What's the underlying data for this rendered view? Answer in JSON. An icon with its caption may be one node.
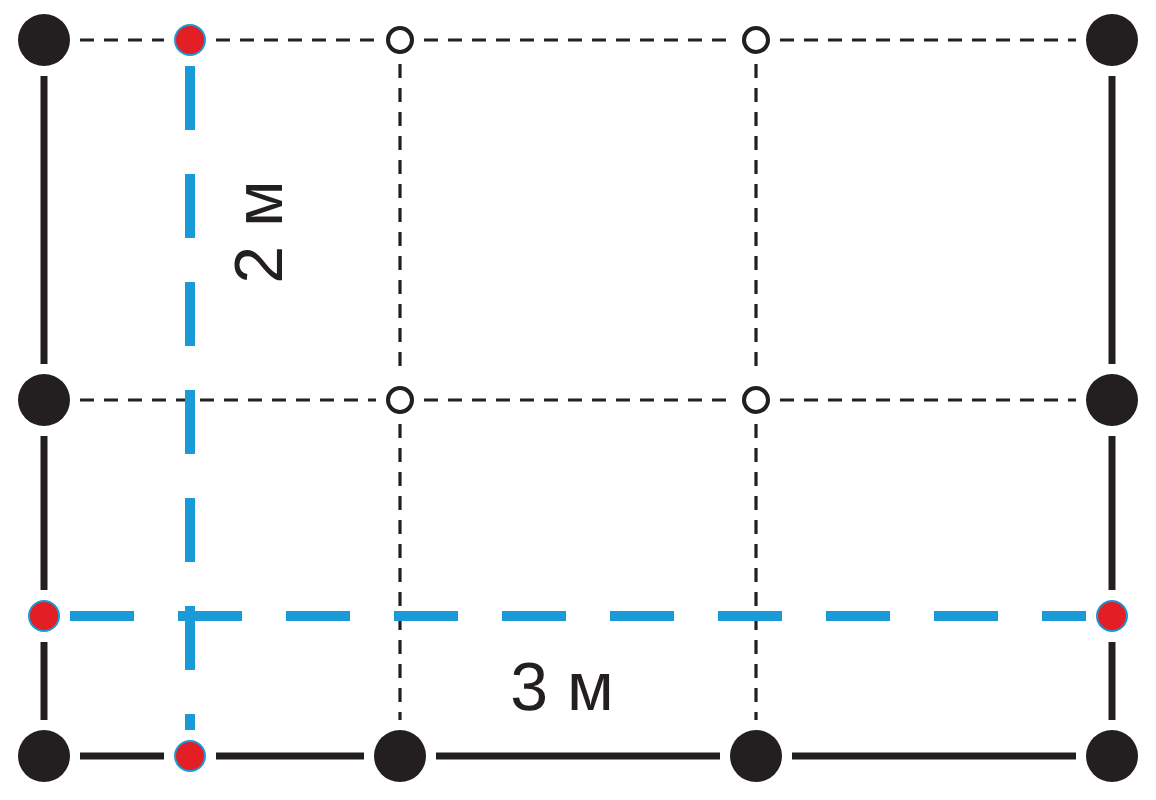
{
  "diagram": {
    "nodes": [
      {
        "text": [],
        "shape": "circle"
      },
      {
        "text": [],
        "shape": "circle"
      },
      {
        "text": [],
        "shape": "circle"
      },
      {
        "text": [],
        "shape": "circle"
      },
      {
        "text": [],
        "shape": "circle"
      },
      {
        "text": [],
        "shape": "circle"
      },
      {
        "text": [],
        "shape": "circle"
      },
      {
        "text": [],
        "shape": "circle"
      },
      {
        "text": [],
        "shape": "circle"
      },
      {
        "text": [],
        "shape": "circle"
      },
      {
        "text": [],
        "shape": "circle"
      },
      {
        "text": [],
        "shape": "circle"
      },
      {
        "text": [],
        "shape": "circle"
      },
      {
        "text": [],
        "shape": "circle"
      },
      {
        "text": [],
        "shape": "circle"
      },
      {
        "text": [],
        "shape": "circle"
      }
    ],
    "edges": [
      {
        "from": 0,
        "to": 1,
        "arrow": "none",
        "style": "dashed"
      },
      {
        "from": 1,
        "to": 2,
        "arrow": "none",
        "style": "dashed"
      },
      {
        "from": 2,
        "to": 3,
        "arrow": "none",
        "style": "dashed"
      },
      {
        "from": 3,
        "to": 4,
        "arrow": "none",
        "style": "dashed"
      },
      {
        "from": 5,
        "to": 6,
        "arrow": "none",
        "style": "dashed"
      },
      {
        "from": 6,
        "to": 7,
        "arrow": "none",
        "style": "dashed"
      },
      {
        "from": 7,
        "to": 8,
        "arrow": "none",
        "style": "dashed"
      },
      {
        "from": 2,
        "to": 6,
        "arrow": "none",
        "style": "dashed"
      },
      {
        "from": 6,
        "to": 13,
        "arrow": "none",
        "style": "dashed"
      },
      {
        "from": 3,
        "to": 7,
        "arrow": "none",
        "style": "dashed"
      },
      {
        "from": 7,
        "to": 14,
        "arrow": "none",
        "style": "dashed"
      },
      {
        "from": 0,
        "to": 5,
        "arrow": "none"
      },
      {
        "from": 5,
        "to": 9,
        "arrow": "none"
      },
      {
        "from": 9,
        "to": 11,
        "arrow": "none"
      },
      {
        "from": 4,
        "to": 8,
        "arrow": "none"
      },
      {
        "from": 8,
        "to": 10,
        "arrow": "none"
      },
      {
        "from": 10,
        "to": 15,
        "arrow": "none"
      },
      {
        "from": 11,
        "to": 12,
        "arrow": "none"
      },
      {
        "from": 12,
        "to": 13,
        "arrow": "none"
      },
      {
        "from": 13,
        "to": 14,
        "arrow": "none"
      },
      {
        "from": 14,
        "to": 15,
        "arrow": "none"
      },
      {
        "from": 1,
        "to": 12,
        "arrow": "none",
        "label": "2 м",
        "style": "dashed",
        "color": "#1a9ad6"
      },
      {
        "from": 9,
        "to": 10,
        "arrow": "none",
        "label": "3 м",
        "style": "dashed",
        "color": "#1a9ad6"
      }
    ]
  }
}
